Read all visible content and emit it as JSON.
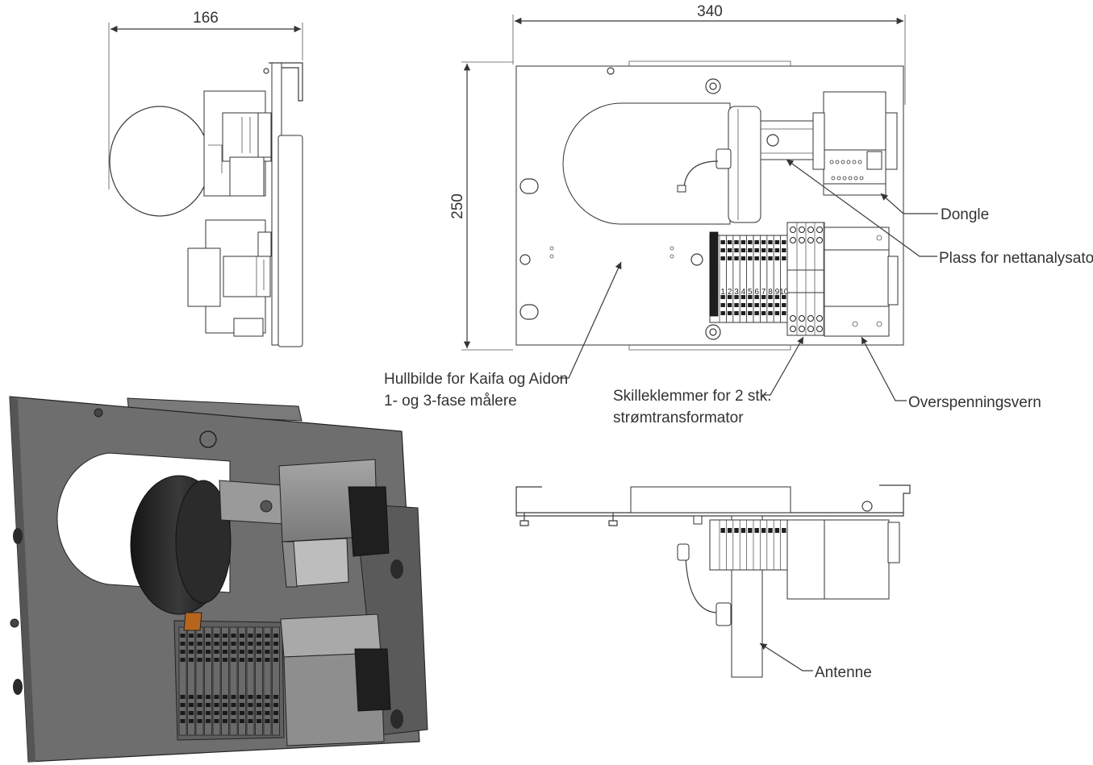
{
  "dimensions": {
    "side_width": "166",
    "front_width": "340",
    "front_height": "250"
  },
  "callouts": {
    "dongle": "Dongle",
    "analyzer": "Plass for nettanalysator",
    "hole_pattern_line1": "Hullbilde for Kaifa og Aidon",
    "hole_pattern_line2": "1- og 3-fase målere",
    "terminals_line1": "Skilleklemmer for 2 stk.",
    "terminals_line2": "strømtransformator",
    "surge": "Overspenningsvern",
    "antenna": "Antenne"
  },
  "terminal_numbers": [
    "1",
    "2",
    "3",
    "4",
    "5",
    "6",
    "7",
    "8",
    "9",
    "10"
  ],
  "colors": {
    "plate_3d": "#6b6b6b",
    "plate_3d_dark": "#4a4a4a",
    "module_3d": "#8c8c8c",
    "cylinder_3d": "#262626",
    "accent_orange": "#b5651d",
    "line": "#3a3a3a"
  }
}
